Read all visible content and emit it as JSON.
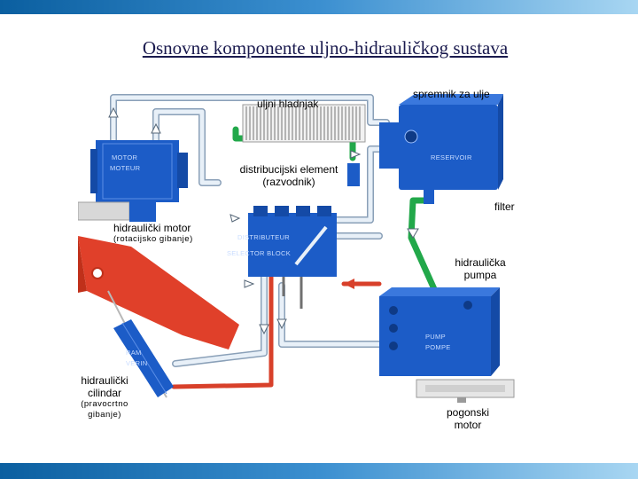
{
  "title": "Osnovne komponente uljno-hidrauličkog sustava",
  "labels": {
    "cooler": "uljni hladnjak",
    "reservoir": "spremnik za ulje",
    "distributor_line1": "distribucijski element",
    "distributor_line2": "(razvodnik)",
    "filter": "filter",
    "motor": "hidraulički motor",
    "motor_sub": "(rotacijsko gibanje)",
    "pump_line1": "hidraulička",
    "pump_line2": "pumpa",
    "cylinder_line1": "hidraulički",
    "cylinder_line2": "cilindar",
    "cylinder_sub1": "(pravocrtno",
    "cylinder_sub2": "gibanje)",
    "drive_line1": "pogonski",
    "drive_line2": "motor"
  },
  "stamps": {
    "motor": [
      "MOTOR",
      "MOTEUR"
    ],
    "reservoir": "RESERVOIR",
    "distributor": [
      "DISTRIBUTEUR",
      "SELECTOR BLOCK"
    ],
    "pump": [
      "PUMP",
      "POMPE"
    ],
    "ram": [
      "RAM",
      "VERIN"
    ]
  },
  "colors": {
    "component_blue": "#1c5cc7",
    "pressure_line": "#d8402a",
    "suction_line": "#22a84a",
    "return_line": "#b8cce4",
    "boom": "#e0402a"
  }
}
